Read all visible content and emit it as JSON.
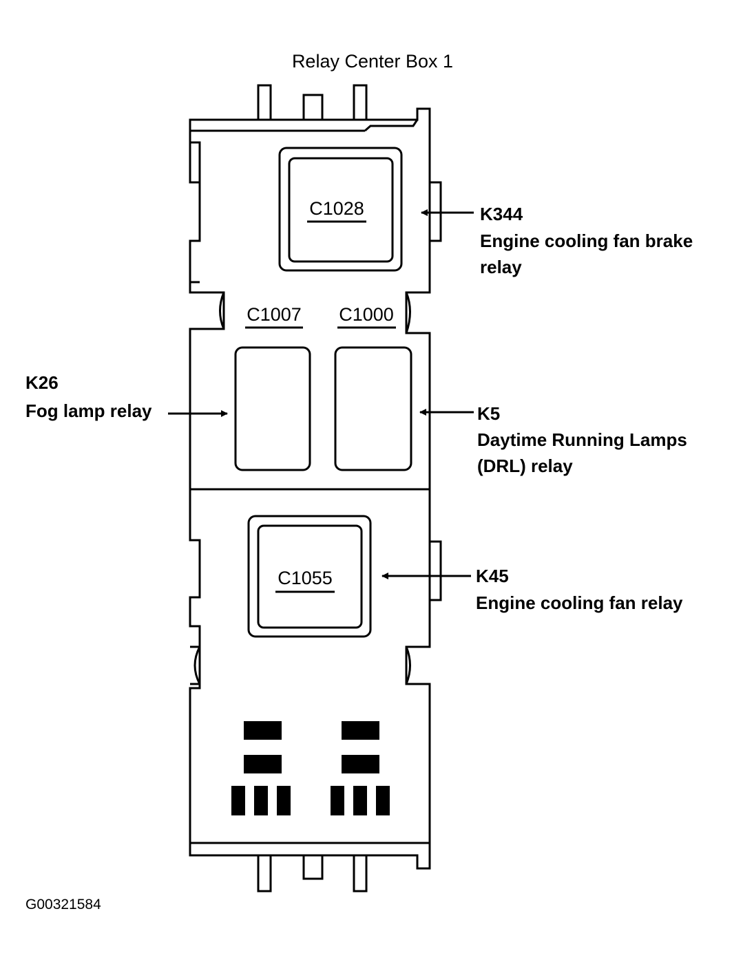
{
  "title": "Relay Center Box 1",
  "figure_id": "G00321584",
  "connectors": {
    "c1028": "C1028",
    "c1007": "C1007",
    "c1000": "C1000",
    "c1055": "C1055"
  },
  "callouts": {
    "k344": {
      "code": "K344",
      "line1": "Engine cooling fan brake",
      "line2": "relay"
    },
    "k26": {
      "code": "K26",
      "line1": "Fog lamp relay"
    },
    "k5": {
      "code": "K5",
      "line1": "Daytime Running Lamps",
      "line2": "(DRL) relay"
    },
    "k45": {
      "code": "K45",
      "line1": "Engine cooling fan relay"
    }
  }
}
